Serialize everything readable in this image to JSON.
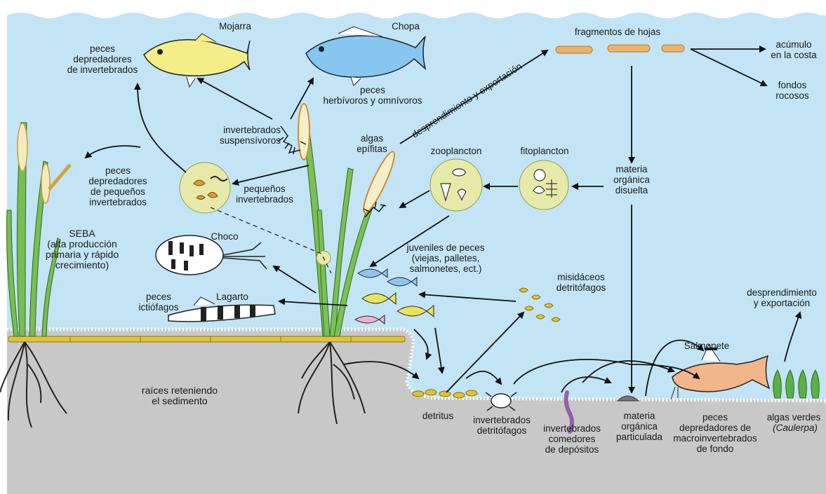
{
  "colors": {
    "water": "#bfe3f5",
    "sediment": "#c9c9c9",
    "seagrass": "#7cbf56",
    "circle": "#e7ebaa",
    "leaf_fragment": "#e8b56d",
    "rhizome": "#e3c13a"
  },
  "labels": {
    "mojarra": "Mojarra",
    "peces_depredadores_invertebrados": "peces\ndepredadores\nde invertebrados",
    "chopa": "Chopa",
    "peces_herbivoros": "peces\nherbívoros y omnívoros",
    "fragmentos_hojas": "fragmentos de hojas",
    "acumulo_costa": "acúmulo\nen la costa",
    "fondos_rocosos": "fondos\nrocosos",
    "desprendimiento_exportacion": "desprendimiento y exportación",
    "invertebrados_suspensivoros": "invertebrados\nsuspensívoros",
    "algas_epifitas": "algas\nepífitas",
    "zooplancton": "zooplancton",
    "fitoplancton": "fitoplancton",
    "materia_organica_disuelta": "materia\norgánica\ndisuelta",
    "peces_depredadores_pequenos": "peces\ndepredadores\nde pequeños\ninvertebrados",
    "pequenos_invertebrados": "pequeños\ninvertebrados",
    "seba": "SEBA\n(alta producción\nprimaria y rápido\ncrecimiento)",
    "choco": "Choco",
    "juveniles_peces": "juveniles de peces\n(viejas, palletes,\nsalmonetes, ect.)",
    "misidaceos": "misidáceos\ndetritófagos",
    "peces_ictiofagos": "peces\nictiófagos",
    "lagarto": "Lagarto",
    "desprendimiento_exportacion_2": "desprendimiento\ny exportación",
    "salmonete": "Salmonete",
    "raices": "raíces reteniendo\nel sedimento",
    "detritus": "detritus",
    "invertebrados_detritofagos": "invertebrados\ndetritófagos",
    "invertebrados_comedores": "invertebrados\ncomedores\nde depósitos",
    "materia_organica_particulada": "materia\norgánica\nparticulada",
    "peces_depredadores_macro": "peces\ndepredadores de\nmacroinvertebrados\nde fondo",
    "algas_verdes": "algas verdes",
    "caulerpa": "(Caulerpa)"
  }
}
